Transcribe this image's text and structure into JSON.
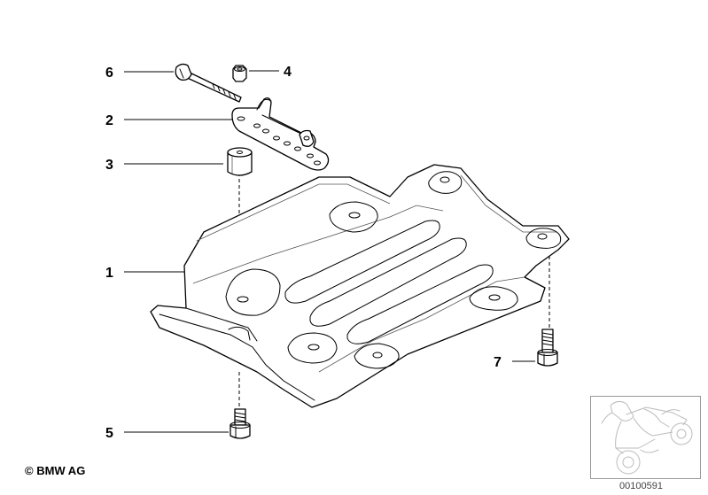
{
  "diagram": {
    "callouts": [
      {
        "id": "c6",
        "label": "6"
      },
      {
        "id": "c4",
        "label": "4"
      },
      {
        "id": "c2",
        "label": "2"
      },
      {
        "id": "c3",
        "label": "3"
      },
      {
        "id": "c1",
        "label": "1"
      },
      {
        "id": "c7",
        "label": "7"
      },
      {
        "id": "c5",
        "label": "5"
      }
    ]
  },
  "footer": {
    "copyright": "© BMW AG",
    "document_number": "00100591"
  },
  "colors": {
    "line": "#000000",
    "background": "#ffffff",
    "thumbnail_border": "#999999"
  }
}
